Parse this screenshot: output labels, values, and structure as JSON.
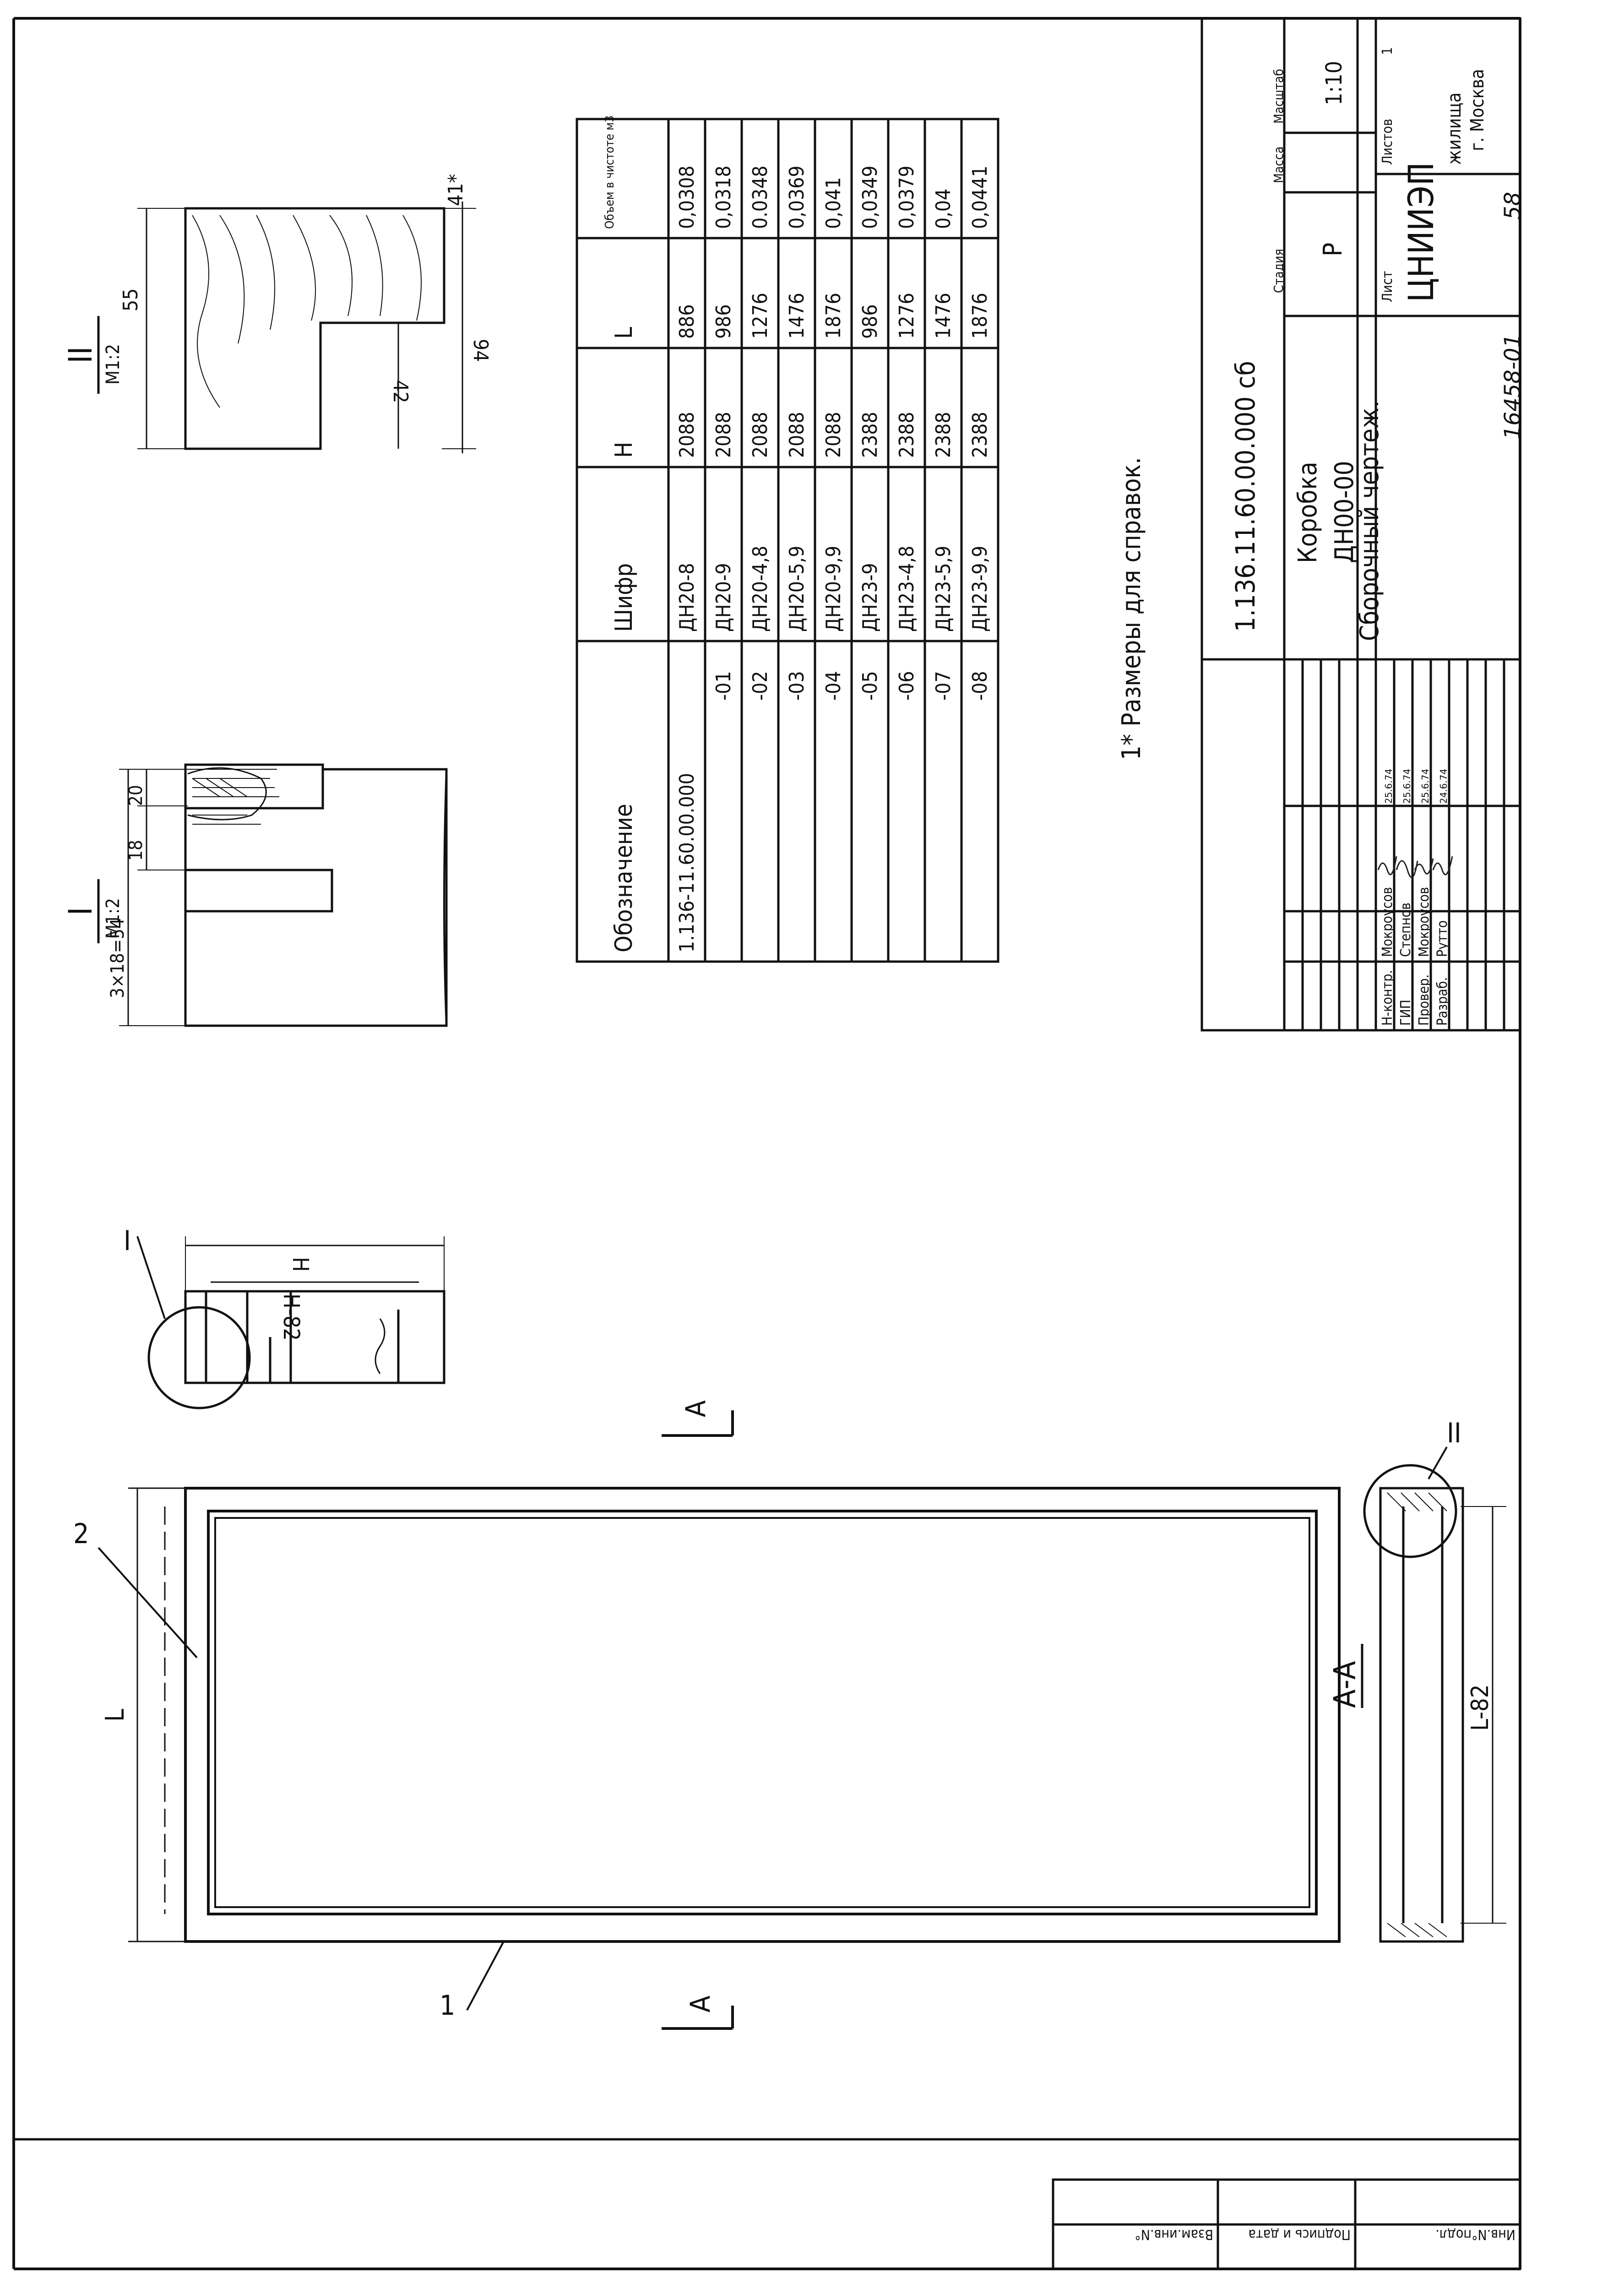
{
  "spec_table": {
    "headers": [
      "Обозначение",
      "Шифр",
      "H",
      "L",
      "Объем в чистоте м3"
    ],
    "rows": [
      [
        "1.136-11.60.00.000",
        "ДН20-8",
        "2088",
        "886",
        "0,0308"
      ],
      [
        "-01",
        "ДН20-9",
        "2088",
        "986",
        "0,0318"
      ],
      [
        "-02",
        "ДН20-4,8",
        "2088",
        "1276",
        "0.0348"
      ],
      [
        "-03",
        "ДН20-5,9",
        "2088",
        "1476",
        "0,0369"
      ],
      [
        "-04",
        "ДН20-9,9",
        "2088",
        "1876",
        "0,041"
      ],
      [
        "-05",
        "ДН23-9",
        "2388",
        "986",
        "0,0349"
      ],
      [
        "-06",
        "ДН23-4,8",
        "2388",
        "1276",
        "0,0379"
      ],
      [
        "-07",
        "ДН23-5,9",
        "2388",
        "1476",
        "0,04"
      ],
      [
        "-08",
        "ДН23-9,9",
        "2388",
        "1876",
        "0,0441"
      ]
    ]
  },
  "note": "1* Размеры для справок.",
  "title_block": {
    "doc_code": "1.136.11.60.00.000 сб",
    "title_line1": "Коробка",
    "title_line2": "ДН00-00",
    "title_line3": "Сборочный чертеж.",
    "stage_label": "Стадия",
    "mass_label": "Масса",
    "scale_label": "Масштаб",
    "stage_value": "Р",
    "scale_value": "1:10",
    "sheet_label": "Лист",
    "sheets_label": "Листов",
    "sheets_value": "1",
    "org_line1": "ЦНИИЭП",
    "org_line2": "жилища",
    "org_line3": "г. Москва",
    "signatures": [
      {
        "role": "Н-контр.",
        "name": "Мокроусов",
        "date": "25.6.74"
      },
      {
        "role": "ГИП",
        "name": "Степнов",
        "date": "25.6.74"
      },
      {
        "role": "Провер.",
        "name": "Мокроусов",
        "date": "25.6.74"
      },
      {
        "role": "Разраб.",
        "name": "Рутто",
        "date": "24.6.74"
      }
    ]
  },
  "footer": {
    "archive_no": "16458-01",
    "page_no": "58"
  },
  "side_stamps": [
    "Инв.N°подл.",
    "Подпись и дата",
    "Взам.инв.N°"
  ],
  "views": {
    "section_label": "А-А",
    "cut_mark": "А",
    "dim_L": "L",
    "dim_L82": "L-82",
    "dim_H": "H",
    "dim_H82": "H-82",
    "callout_1": "1",
    "callout_2": "2",
    "detail_I_mark": "I",
    "detail_II_mark": "II",
    "detail_I_title": "I",
    "detail_I_scale": "М1:2",
    "detail_I_dim_total": "3×18=54",
    "detail_I_dim_18": "18",
    "detail_I_dim_20": "20",
    "detail_II_title": "II",
    "detail_II_scale": "М1:2",
    "detail_II_dim_55": "55",
    "detail_II_dim_94": "94",
    "detail_II_dim_42": "42",
    "detail_II_dim_41": "41*"
  }
}
